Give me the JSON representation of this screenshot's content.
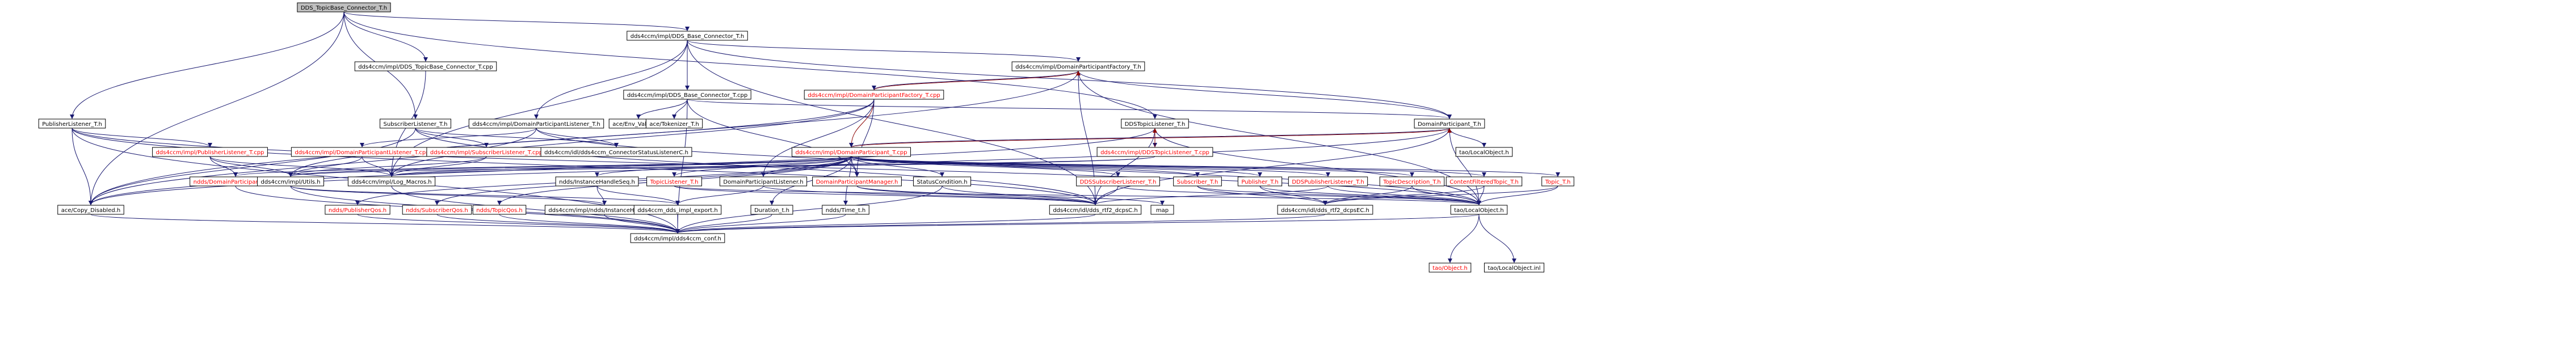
{
  "colors": {
    "edge_default": "#191970",
    "edge_highlight": "#8b0000",
    "text_default": "#000000",
    "text_highlight": "#ff0000",
    "node_fill": "#ffffff",
    "root_fill": "#bfbfbf",
    "node_border": "#000000"
  },
  "nodes": [
    {
      "id": "root",
      "label": "DDS_TopicBase_Connector_T.h",
      "root": true
    },
    {
      "id": "dbc_h",
      "label": "dds4ccm/impl/DDS_Base_Connector_T.h"
    },
    {
      "id": "dtbc_cpp",
      "label": "dds4ccm/impl/DDS_TopicBase_Connector_T.cpp"
    },
    {
      "id": "dpf_h",
      "label": "dds4ccm/impl/DomainParticipantFactory_T.h"
    },
    {
      "id": "dbc_cpp",
      "label": "dds4ccm/impl/DDS_Base_Connector_T.cpp"
    },
    {
      "id": "dpf_cpp",
      "label": "dds4ccm/impl/DomainParticipantFactory_T.cpp",
      "missing": true
    },
    {
      "id": "pub_listener_h",
      "label": "PublisherListener_T.h"
    },
    {
      "id": "sub_listener_h",
      "label": "SubscriberListener_T.h"
    },
    {
      "id": "dpl_h",
      "label": "dds4ccm/impl/DomainParticipantListener_T.h"
    },
    {
      "id": "env_value",
      "label": "ace/Env_Value_T.h"
    },
    {
      "id": "tokenizer",
      "label": "ace/Tokenizer_T.h"
    },
    {
      "id": "dtl_h",
      "label": "DDSTopicListener_T.h"
    },
    {
      "id": "dp_h",
      "label": "DomainParticipant_T.h"
    },
    {
      "id": "pl_cpp",
      "label": "dds4ccm/impl/PublisherListener_T.cpp",
      "missing": true
    },
    {
      "id": "dpl_cpp",
      "label": "dds4ccm/impl/DomainParticipantListener_T.cpp",
      "missing": true
    },
    {
      "id": "sl_cpp",
      "label": "dds4ccm/impl/SubscriberListener_T.cpp",
      "missing": true
    },
    {
      "id": "csl_h",
      "label": "dds4ccm/idl/dds4ccm_ConnectorStatusListenerC.h"
    },
    {
      "id": "dtl_cpp",
      "label": "dds4ccm/impl/DDSTopicListener_T.cpp",
      "missing": true
    },
    {
      "id": "lo_h_top",
      "label": "tao/LocalObject.h"
    },
    {
      "id": "dp_cpp",
      "label": "dds4ccm/impl/DomainParticipant_T.cpp",
      "missing": true
    },
    {
      "id": "dpqos",
      "label": "ndds/DomainParticipantQos.h",
      "missing": true
    },
    {
      "id": "utils",
      "label": "dds4ccm/impl/Utils.h"
    },
    {
      "id": "logm",
      "label": "dds4ccm/impl/Log_Macros.h"
    },
    {
      "id": "ihs",
      "label": "ndds/InstanceHandleSeq.h"
    },
    {
      "id": "tl_h",
      "label": "TopicListener_T.h",
      "missing": true
    },
    {
      "id": "dpl2_h",
      "label": "DomainParticipantListener.h"
    },
    {
      "id": "dpm_h",
      "label": "DomainParticipantManager.h",
      "missing": true
    },
    {
      "id": "sc_h",
      "label": "StatusCondition.h"
    },
    {
      "id": "dsl_h",
      "label": "DDSSubscriberListener_T.h",
      "missing": true
    },
    {
      "id": "sub_h",
      "label": "Subscriber_T.h",
      "missing": true
    },
    {
      "id": "pubt_h",
      "label": "Publisher_T.h",
      "missing": true
    },
    {
      "id": "dpubl_h",
      "label": "DDSPublisherListener_T.h",
      "missing": true
    },
    {
      "id": "td_h",
      "label": "TopicDescription_T.h",
      "missing": true
    },
    {
      "id": "cft_h",
      "label": "ContentFilteredTopic_T.h",
      "missing": true
    },
    {
      "id": "topic_h",
      "label": "Topic_T.h",
      "missing": true
    },
    {
      "id": "copy_dis",
      "label": "ace/Copy_Disabled.h"
    },
    {
      "id": "pubqos",
      "label": "ndds/PublisherQos.h",
      "missing": true
    },
    {
      "id": "subqos",
      "label": "ndds/SubscriberQos.h",
      "missing": true
    },
    {
      "id": "topqos",
      "label": "ndds/TopicQos.h",
      "missing": true
    },
    {
      "id": "ih_h",
      "label": "dds4ccm/impl/ndds/InstanceHandle_t.h"
    },
    {
      "id": "dimpl",
      "label": "dds4ccm_dds_impl_export.h"
    },
    {
      "id": "dur",
      "label": "Duration_t.h"
    },
    {
      "id": "time",
      "label": "ndds/Time_t.h"
    },
    {
      "id": "rtidcps",
      "label": "dds4ccm/idl/dds_rtf2_dcpsC.h"
    },
    {
      "id": "map",
      "label": "map"
    },
    {
      "id": "dcpsec",
      "label": "dds4ccm/idl/dds_rtf2_dcpsEC.h"
    },
    {
      "id": "lo_h",
      "label": "tao/LocalObject.h"
    },
    {
      "id": "conf",
      "label": "dds4ccm/impl/dds4ccm_conf.h"
    },
    {
      "id": "tao_obj",
      "label": "tao/Object.h",
      "missing": true
    },
    {
      "id": "lo_inl",
      "label": "tao/LocalObject.inl"
    }
  ]
}
